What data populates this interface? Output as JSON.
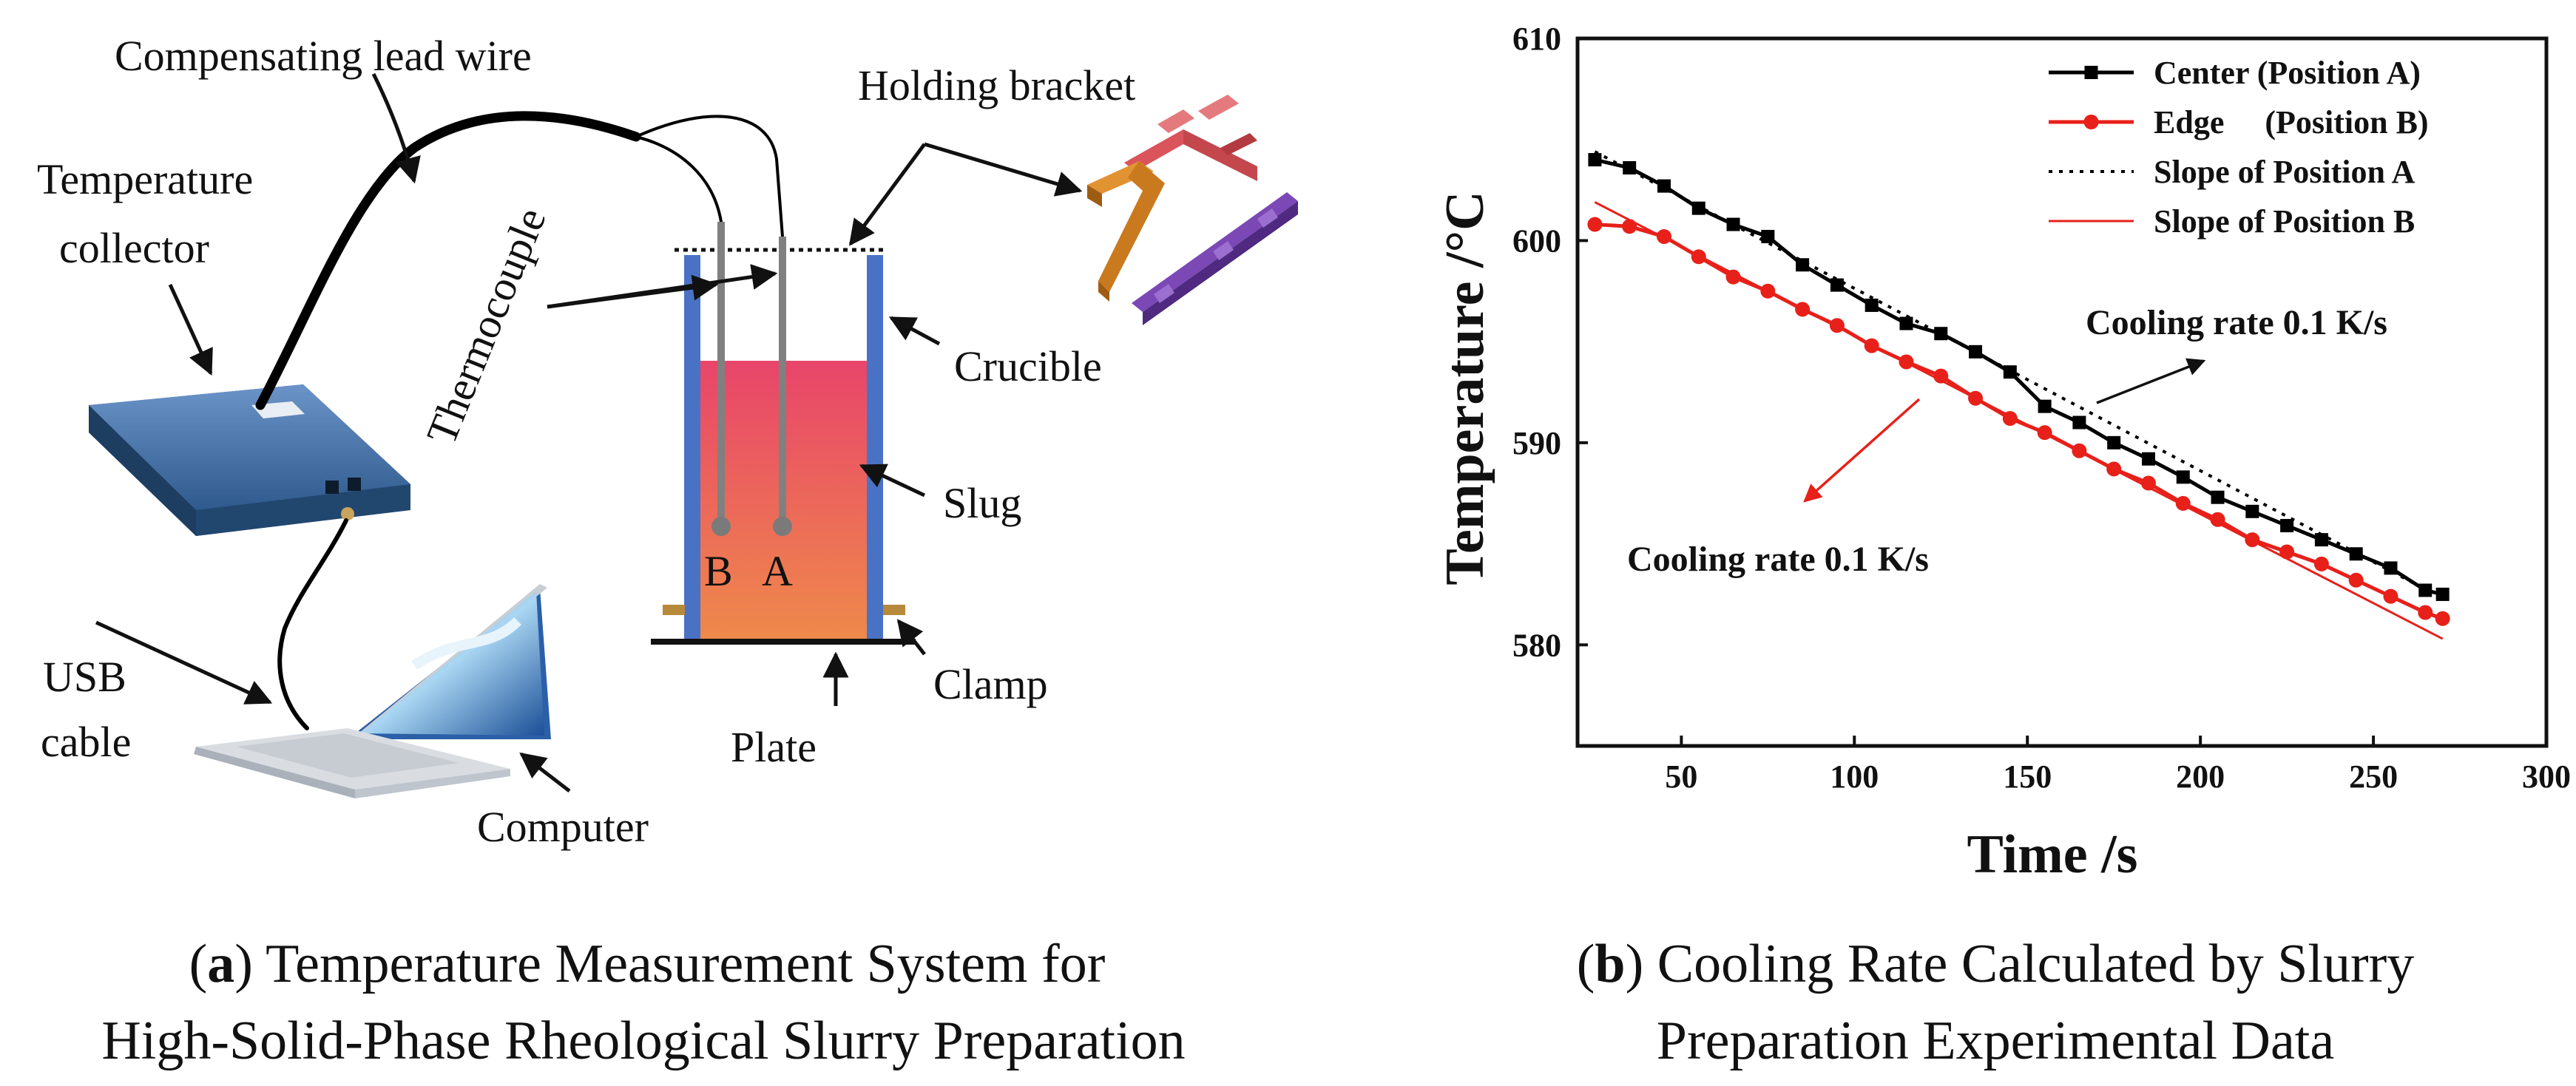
{
  "panel_a": {
    "labels": {
      "compensating_wire": "Compensating lead wire",
      "holding_bracket": "Holding bracket",
      "temperature": "Temperature",
      "collector": "collector",
      "thermocouple": "Thermocouple",
      "crucible": "Crucible",
      "slug": "Slug",
      "clamp": "Clamp",
      "plate": "Plate",
      "usb": "USB",
      "cable": "cable",
      "computer": "Computer",
      "point_b": "B",
      "point_a": "A"
    },
    "caption": {
      "letter": "a",
      "line1": "Temperature Measurement System for",
      "line2": "High-Solid-Phase Rheological Slurry Preparation"
    },
    "colors": {
      "crucible": "#4a72c4",
      "slug_top": "#e8456a",
      "slug_bottom": "#ef8050",
      "collector": "#3f6aa0",
      "bracket_red": "#d9555b",
      "bracket_orange": "#c97a1e",
      "bracket_purple": "#6a3aa0"
    }
  },
  "panel_b": {
    "caption": {
      "letter": "b",
      "line1": "Cooling Rate Calculated by Slurry",
      "line2": "Preparation Experimental Data"
    },
    "annotations": {
      "rate_a": "Cooling rate 0.1 K/s",
      "rate_b": "Cooling rate 0.1 K/s"
    }
  },
  "chart_data": {
    "type": "line",
    "xlabel": "Time /s",
    "ylabel": "Temperature /°C",
    "xlim": [
      20,
      300
    ],
    "ylim": [
      575,
      610
    ],
    "xticks": [
      "50",
      "100",
      "150",
      "200",
      "250",
      "300"
    ],
    "yticks": [
      "580",
      "590",
      "600",
      "610"
    ],
    "legend_position": "top-right",
    "grid": false,
    "series": [
      {
        "name": "Center (Position A)",
        "style": "line-square",
        "color": "#000000",
        "x": [
          25,
          35,
          45,
          55,
          65,
          75,
          85,
          95,
          105,
          115,
          125,
          135,
          145,
          155,
          165,
          175,
          185,
          195,
          205,
          215,
          225,
          235,
          245,
          255,
          265,
          270
        ],
        "y": [
          604.0,
          603.6,
          602.7,
          601.6,
          600.8,
          600.2,
          598.8,
          597.8,
          596.8,
          595.9,
          595.4,
          594.5,
          593.5,
          591.8,
          591.0,
          590.0,
          589.2,
          588.3,
          587.3,
          586.6,
          585.9,
          585.2,
          584.5,
          583.8,
          582.7,
          582.5
        ]
      },
      {
        "name": "Edge     (Position B)",
        "style": "line-circle",
        "color": "#e8201a",
        "x": [
          25,
          35,
          45,
          55,
          65,
          75,
          85,
          95,
          105,
          115,
          125,
          135,
          145,
          155,
          165,
          175,
          185,
          195,
          205,
          215,
          225,
          235,
          245,
          255,
          265,
          270
        ],
        "y": [
          600.8,
          600.7,
          600.2,
          599.2,
          598.2,
          597.5,
          596.6,
          595.8,
          594.8,
          594.0,
          593.3,
          592.2,
          591.2,
          590.5,
          589.6,
          588.7,
          588.0,
          587.0,
          586.2,
          585.2,
          584.6,
          584.0,
          583.2,
          582.4,
          581.6,
          581.3
        ]
      },
      {
        "name": "Slope of Position A",
        "style": "dotted",
        "color": "#000000",
        "x": [
          25,
          270
        ],
        "y": [
          604.4,
          582.3
        ]
      },
      {
        "name": "Slope of Position B",
        "style": "thin-line",
        "color": "#e8201a",
        "x": [
          25,
          270
        ],
        "y": [
          601.9,
          580.3
        ]
      }
    ]
  }
}
